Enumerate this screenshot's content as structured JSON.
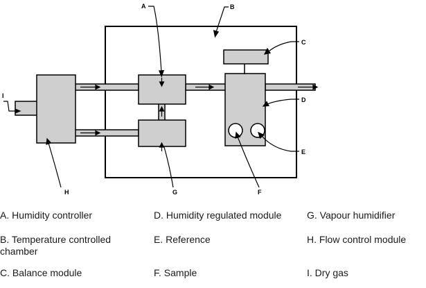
{
  "diagram": {
    "colors": {
      "fill": "#cfcfcf",
      "stroke": "#000000",
      "background": "#ffffff"
    },
    "callouts": {
      "a": "A",
      "b": "B",
      "c": "C",
      "d": "D",
      "e": "E",
      "f": "F",
      "g": "G",
      "h": "H",
      "i": "I"
    }
  },
  "legend": {
    "items": [
      {
        "letter": "A.",
        "text": "Humidity controller"
      },
      {
        "letter": "B.",
        "text": "Temperature controlled chamber"
      },
      {
        "letter": "C.",
        "text": "Balance module"
      },
      {
        "letter": "D.",
        "text": "Humidity regulated module"
      },
      {
        "letter": "E.",
        "text": "Reference"
      },
      {
        "letter": "F.",
        "text": "Sample"
      },
      {
        "letter": "G.",
        "text": "Vapour humidifier"
      },
      {
        "letter": "H.",
        "text": "Flow control module"
      },
      {
        "letter": "I.",
        "text": "Dry gas"
      }
    ]
  }
}
